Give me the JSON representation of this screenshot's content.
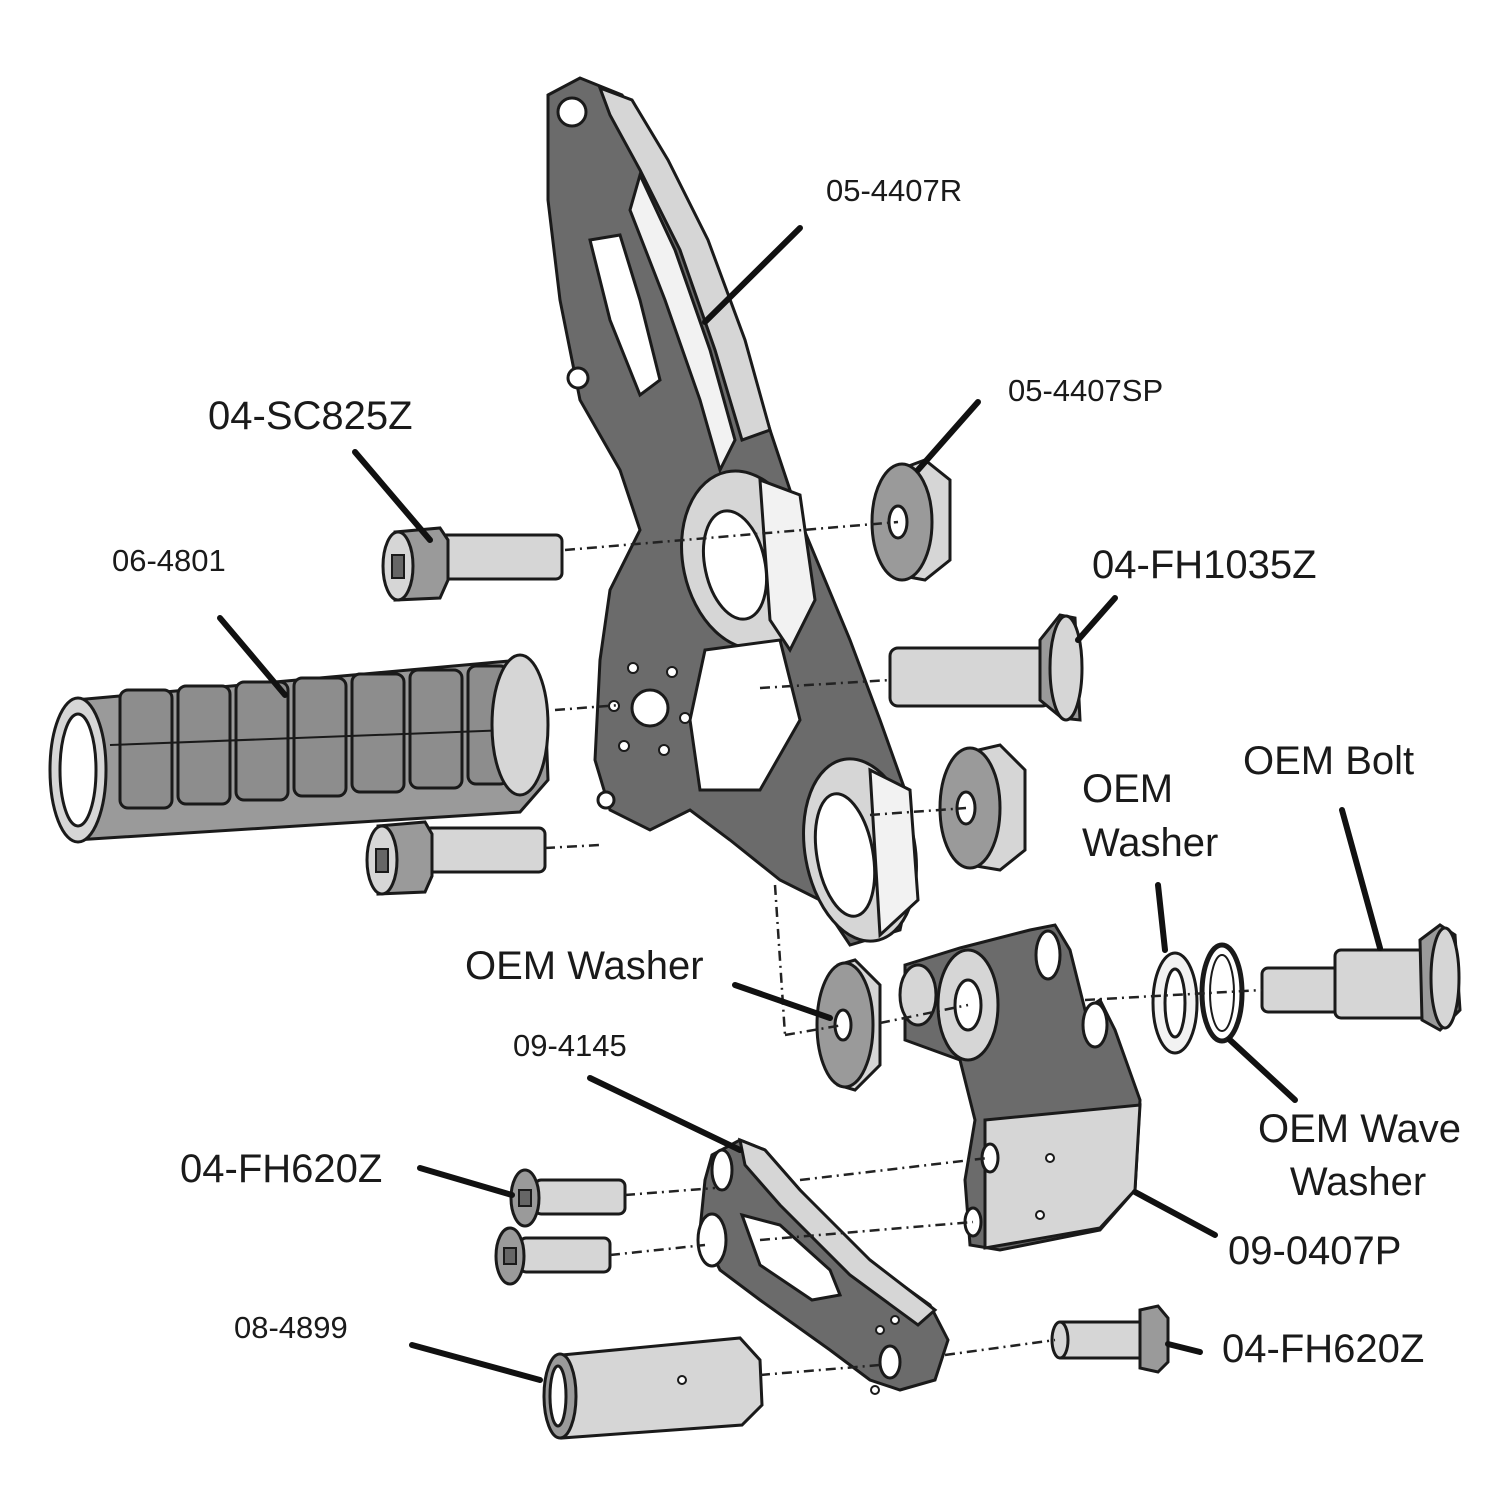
{
  "labels": {
    "bracket": "05-4407R",
    "spacer": "05-4407SP",
    "bolt_upper": "04-SC825Z",
    "peg": "06-4801",
    "fh1035": "04-FH1035Z",
    "oem_bolt": "OEM Bolt",
    "oem_washer_right_line1": "OEM",
    "oem_washer_right_line2": "Washer",
    "oem_washer_left": "OEM Washer",
    "wave_washer_line1": "OEM Wave",
    "wave_washer_line2": "Washer",
    "link_plate": "09-4145",
    "fh620_left": "04-FH620Z",
    "mount_plate": "09-0407P",
    "sleeve": "08-4899",
    "fh620_right": "04-FH620Z"
  }
}
